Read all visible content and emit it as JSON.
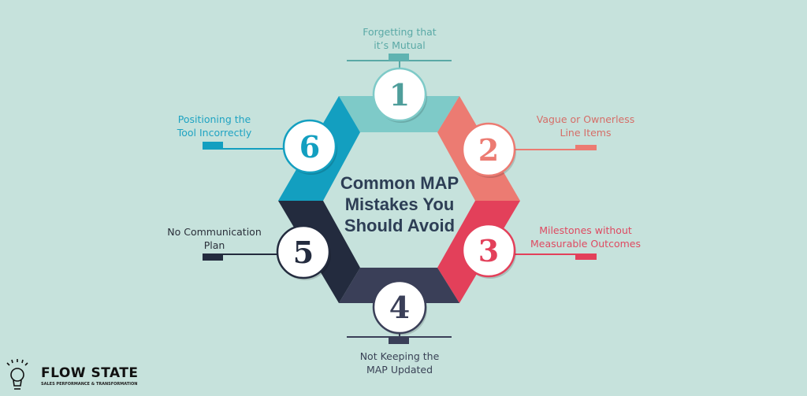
{
  "title_lines": [
    "Common MAP",
    "Mistakes You",
    "Should Avoid"
  ],
  "items": [
    {
      "number": "1",
      "lines": [
        "Forgetting that",
        "it’s Mutual"
      ],
      "color": "#7ecac8",
      "text_color": "#5aa9a6"
    },
    {
      "number": "2",
      "lines": [
        "Vague or Ownerless",
        "Line Items"
      ],
      "color": "#ec7b72",
      "text_color": "#d56e68"
    },
    {
      "number": "3",
      "lines": [
        "Milestones without",
        "Measurable Outcomes"
      ],
      "color": "#e3405a",
      "text_color": "#de4a61"
    },
    {
      "number": "4",
      "lines": [
        "Not Keeping the",
        "MAP Updated"
      ],
      "color": "#3a3f58",
      "text_color": "#3a4256"
    },
    {
      "number": "5",
      "lines": [
        "No Communication",
        "Plan"
      ],
      "color": "#232b3e",
      "text_color": "#2a2f3a"
    },
    {
      "number": "6",
      "lines": [
        "Positioning the",
        "Tool Incorrectly"
      ],
      "color": "#139fc0",
      "text_color": "#1fa3c2"
    }
  ],
  "logo": {
    "name": "FLOW STATE",
    "tagline": "SALES PERFORMANCE & TRANSFORMATION",
    "icon": "lightbulb-icon"
  }
}
